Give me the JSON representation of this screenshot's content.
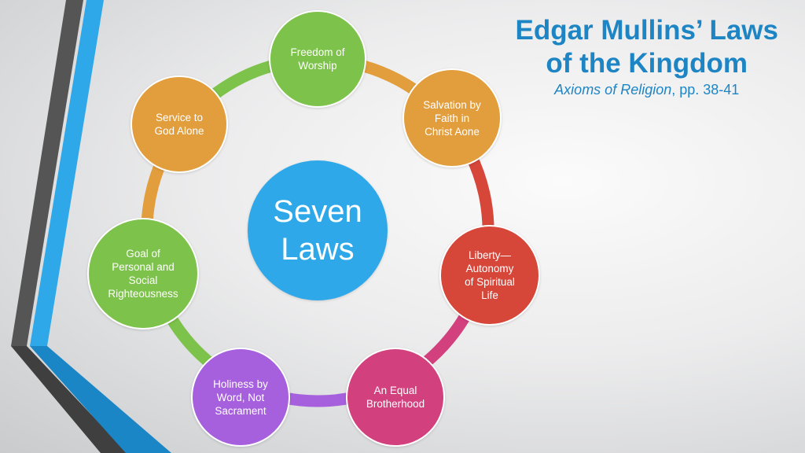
{
  "title": {
    "line1": "Edgar Mullins’ Laws",
    "line2": "of the Kingdom",
    "subtitle_italic": "Axioms of Religion",
    "subtitle_rest": ", pp. 38-41"
  },
  "center": {
    "label": "Seven\nLaws",
    "color": "#2ea8e8"
  },
  "laws": [
    {
      "label": "Freedom of\nWorship",
      "color": "#7dc24b"
    },
    {
      "label": "Salvation by\nFaith in\nChrist Aone",
      "color": "#e29e3d"
    },
    {
      "label": "Liberty—\nAutonomy\nof Spiritual\nLife",
      "color": "#d6473a"
    },
    {
      "label": "An Equal\nBrotherhood",
      "color": "#d2407e"
    },
    {
      "label": "Holiness by\nWord, Not\nSacrament",
      "color": "#a660dd"
    },
    {
      "label": "Goal of\nPersonal and\nSocial\nRighteousness",
      "color": "#7dc24b"
    },
    {
      "label": "Service to\nGod Alone",
      "color": "#e29e3d"
    }
  ]
}
